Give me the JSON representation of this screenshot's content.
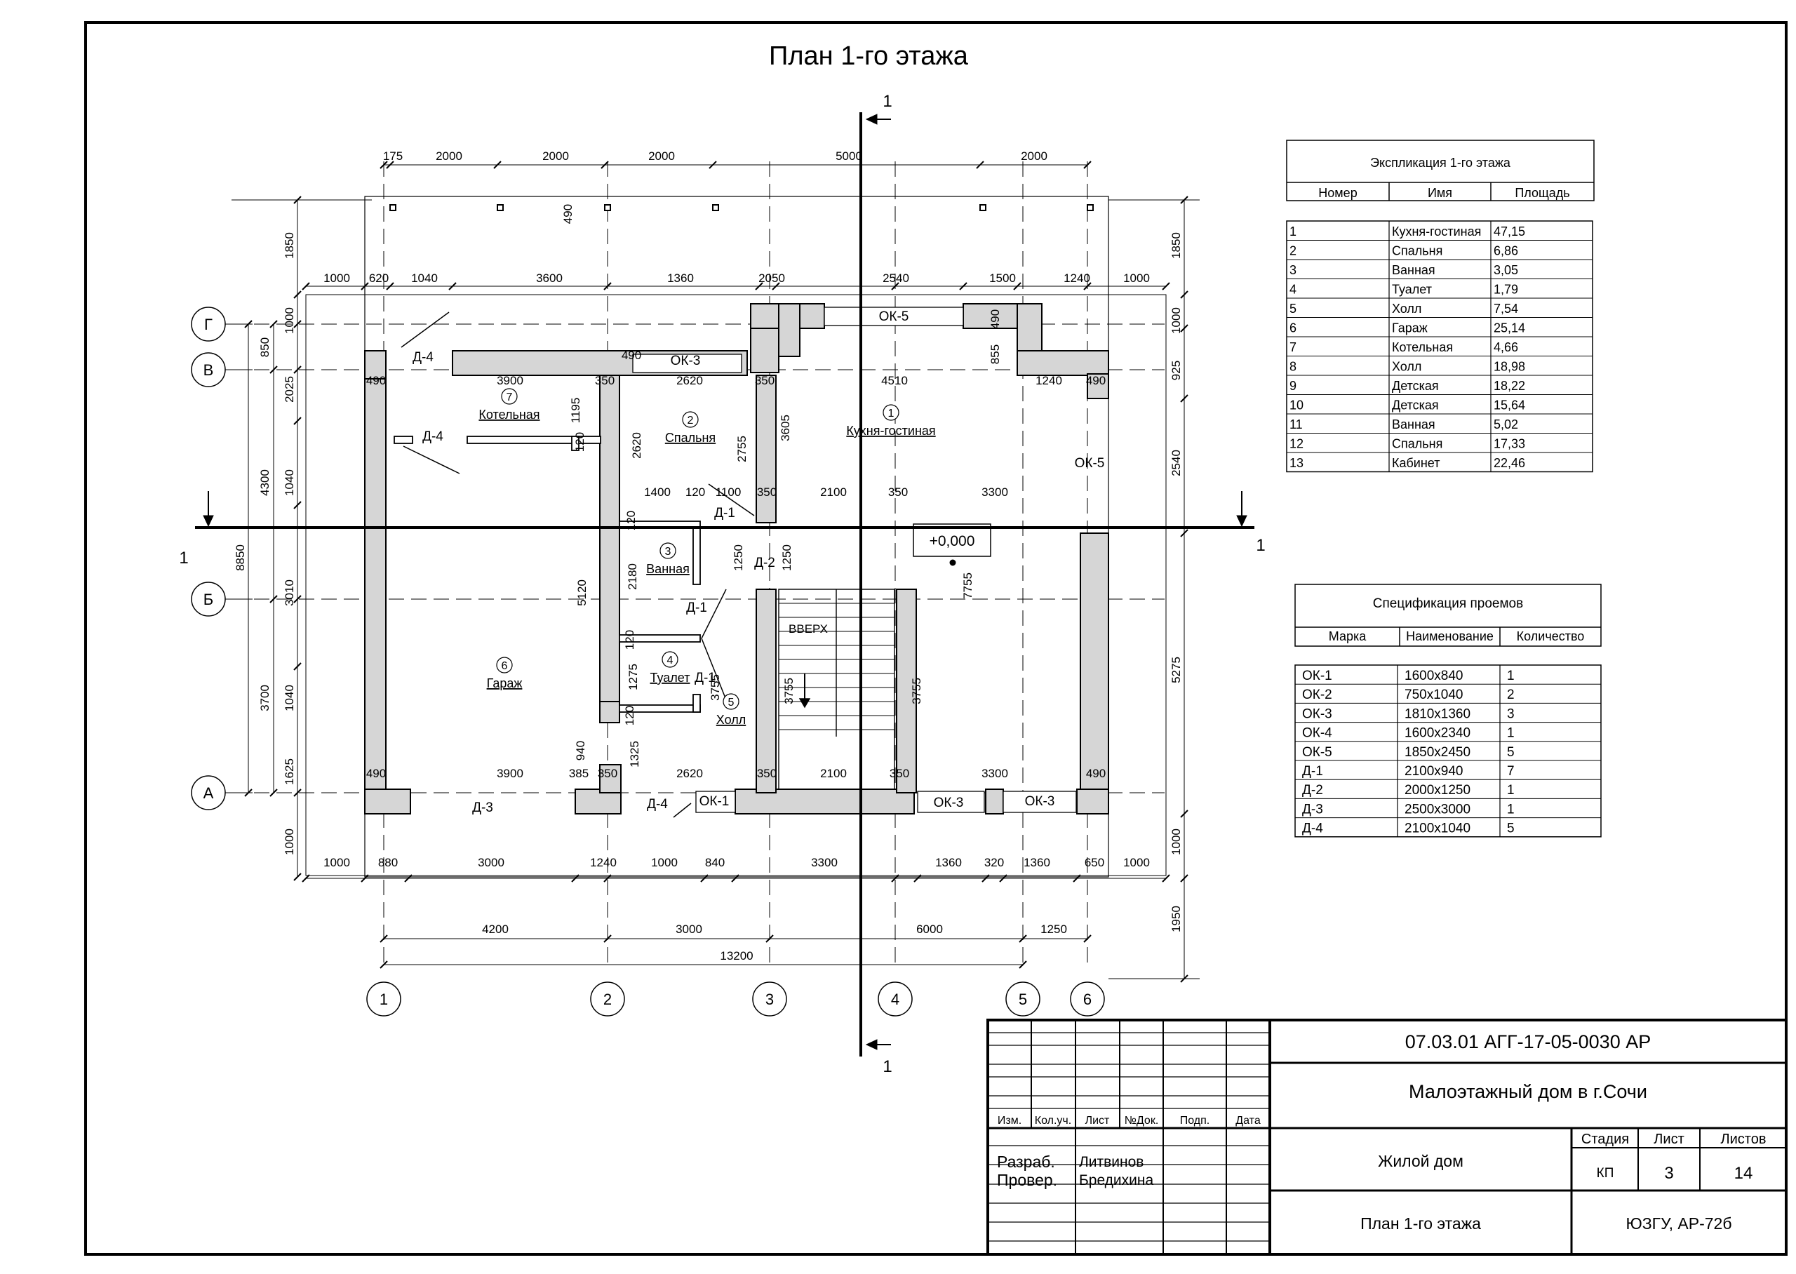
{
  "sheet_title": "План 1-го этажа",
  "section_marks": [
    "1",
    "1",
    "1",
    "1"
  ],
  "level_mark": "+0,000",
  "stair_label": "ВВЕРХ",
  "axes_letters": [
    "Г",
    "В",
    "Б",
    "А"
  ],
  "axes_numbers": [
    "1",
    "2",
    "3",
    "4",
    "5",
    "6"
  ],
  "top_dims_row1": [
    "175",
    "2000",
    "2000",
    "2000",
    "5000",
    "2000"
  ],
  "top_dims_row2": [
    "1000",
    "620",
    "1040",
    "3600",
    "1360",
    "2050",
    "2540",
    "1500",
    "1240",
    "1000"
  ],
  "bottom_dims_row1": [
    "1000",
    "880",
    "3000",
    "1240",
    "1000",
    "840",
    "3300",
    "1360",
    "320",
    "1360",
    "650",
    "1000"
  ],
  "bottom_dims_row2": [
    "4200",
    "3000",
    "6000",
    "1250"
  ],
  "bottom_total": "13200",
  "left_dims_outer": [
    "1850",
    "1000",
    "2025",
    "1040",
    "3010",
    "1040",
    "1625",
    "1000"
  ],
  "left_dims_mid": [
    "850",
    "4300",
    "3700"
  ],
  "left_total": "8850",
  "right_dims": [
    "1850",
    "1000",
    "925",
    "2540",
    "5275",
    "1000",
    "1950"
  ],
  "inner_dims": {
    "top_walls": [
      "490",
      "3900",
      "350",
      "490",
      "2620",
      "350",
      "4510",
      "1240",
      "490"
    ],
    "mid_row": [
      "1400",
      "120",
      "1100",
      "350",
      "2100",
      "350",
      "3300"
    ],
    "bottom_walls": [
      "490",
      "3900",
      "385",
      "350",
      "2620",
      "350",
      "2100",
      "350",
      "3300",
      "490"
    ],
    "vertical": [
      "1195",
      "120",
      "2620",
      "2755",
      "3605",
      "855",
      "490",
      "490",
      "120",
      "2180",
      "5120",
      "1250",
      "1250",
      "7755",
      "120",
      "1275",
      "120",
      "940",
      "1325",
      "3755",
      "3755",
      "3755"
    ]
  },
  "rooms": [
    {
      "num": "7",
      "name": "Котельная"
    },
    {
      "num": "2",
      "name": "Спальня"
    },
    {
      "num": "1",
      "name": "Кухня-гостиная"
    },
    {
      "num": "3",
      "name": "Ванная"
    },
    {
      "num": "6",
      "name": "Гараж"
    },
    {
      "num": "4",
      "name": "Туалет"
    },
    {
      "num": "5",
      "name": "Холл"
    }
  ],
  "openings": [
    "Д-4",
    "Д-4",
    "ОК-3",
    "ОК-5",
    "ОК-5",
    "Д-1",
    "Д-2",
    "Д-1",
    "Д-1",
    "Д-3",
    "Д-4",
    "ОК-1",
    "ОК-3",
    "ОК-3"
  ],
  "explication": {
    "title": "Экспликация 1-го этажа",
    "headers": [
      "Номер",
      "Имя",
      "Площадь"
    ],
    "rows": [
      [
        "1",
        "Кухня-гостиная",
        "47,15"
      ],
      [
        "2",
        "Спальня",
        "6,86"
      ],
      [
        "3",
        "Ванная",
        "3,05"
      ],
      [
        "4",
        "Туалет",
        "1,79"
      ],
      [
        "5",
        "Холл",
        "7,54"
      ],
      [
        "6",
        "Гараж",
        "25,14"
      ],
      [
        "7",
        "Котельная",
        "4,66"
      ],
      [
        "8",
        "Холл",
        "18,98"
      ],
      [
        "9",
        "Детская",
        "18,22"
      ],
      [
        "10",
        "Детская",
        "15,64"
      ],
      [
        "11",
        "Ванная",
        "5,02"
      ],
      [
        "12",
        "Спальня",
        "17,33"
      ],
      [
        "13",
        "Кабинет",
        "22,46"
      ]
    ]
  },
  "specification": {
    "title": "Спецификация проемов",
    "headers": [
      "Марка",
      "Наименование",
      "Количество"
    ],
    "rows": [
      [
        "ОК-1",
        "1600х840",
        "1"
      ],
      [
        "ОК-2",
        "750х1040",
        "2"
      ],
      [
        "ОК-3",
        "1810х1360",
        "3"
      ],
      [
        "ОК-4",
        "1600х2340",
        "1"
      ],
      [
        "ОК-5",
        "1850х2450",
        "5"
      ],
      [
        "Д-1",
        "2100х940",
        "7"
      ],
      [
        "Д-2",
        "2000х1250",
        "1"
      ],
      [
        "Д-3",
        "2500х3000",
        "1"
      ],
      [
        "Д-4",
        "2100х1040",
        "5"
      ]
    ]
  },
  "title_block": {
    "code": "07.03.01 АГГ-17-05-0030 АР",
    "project": "Малоэтажный дом в г.Сочи",
    "building": "Жилой дом",
    "sheet_name": "План 1-го этажа",
    "org": "ЮЗГУ, АР-72б",
    "col_headers": [
      "Изм.",
      "Кол.уч.",
      "Лист",
      "№Док.",
      "Подп.",
      "Дата"
    ],
    "roles": [
      "Разраб.",
      "Провер."
    ],
    "names": [
      "Литвинов",
      "Бредихина"
    ],
    "stage_headers": [
      "Стадия",
      "Лист",
      "Листов"
    ],
    "stage_values": [
      "КП",
      "3",
      "14"
    ]
  }
}
